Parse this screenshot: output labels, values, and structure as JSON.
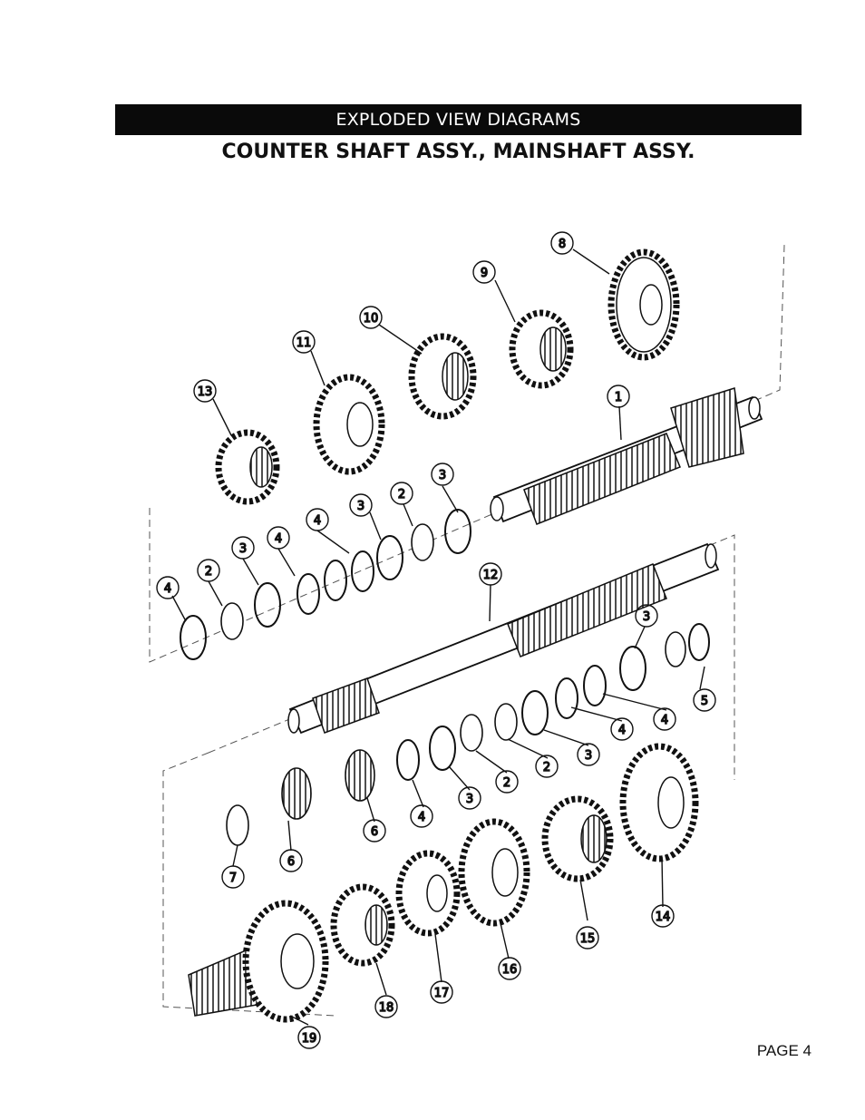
{
  "header": {
    "banner": "EXPLODED VIEW DIAGRAMS"
  },
  "title": "COUNTER SHAFT ASSY., MAINSHAFT ASSY.",
  "footer": {
    "page": "PAGE 4"
  },
  "callouts": [
    {
      "id": "c8",
      "label": "8"
    },
    {
      "id": "c9",
      "label": "9"
    },
    {
      "id": "c10",
      "label": "10"
    },
    {
      "id": "c11",
      "label": "11"
    },
    {
      "id": "c13",
      "label": "13"
    },
    {
      "id": "c1",
      "label": "1"
    },
    {
      "id": "c3a",
      "label": "3"
    },
    {
      "id": "c2a",
      "label": "2"
    },
    {
      "id": "c3b",
      "label": "3"
    },
    {
      "id": "c4a",
      "label": "4"
    },
    {
      "id": "c4b",
      "label": "4"
    },
    {
      "id": "c3c",
      "label": "3"
    },
    {
      "id": "c2b",
      "label": "2"
    },
    {
      "id": "c4c",
      "label": "4"
    },
    {
      "id": "c12",
      "label": "12"
    },
    {
      "id": "c3d",
      "label": "3"
    },
    {
      "id": "c5",
      "label": "5"
    },
    {
      "id": "c4d",
      "label": "4"
    },
    {
      "id": "c4e",
      "label": "4"
    },
    {
      "id": "c3e",
      "label": "3"
    },
    {
      "id": "c2c",
      "label": "2"
    },
    {
      "id": "c2d",
      "label": "2"
    },
    {
      "id": "c3f",
      "label": "3"
    },
    {
      "id": "c4f",
      "label": "4"
    },
    {
      "id": "c6a",
      "label": "6"
    },
    {
      "id": "c6b",
      "label": "6"
    },
    {
      "id": "c7",
      "label": "7"
    },
    {
      "id": "c14",
      "label": "14"
    },
    {
      "id": "c15",
      "label": "15"
    },
    {
      "id": "c16",
      "label": "16"
    },
    {
      "id": "c17",
      "label": "17"
    },
    {
      "id": "c18",
      "label": "18"
    },
    {
      "id": "c19",
      "label": "19"
    }
  ]
}
